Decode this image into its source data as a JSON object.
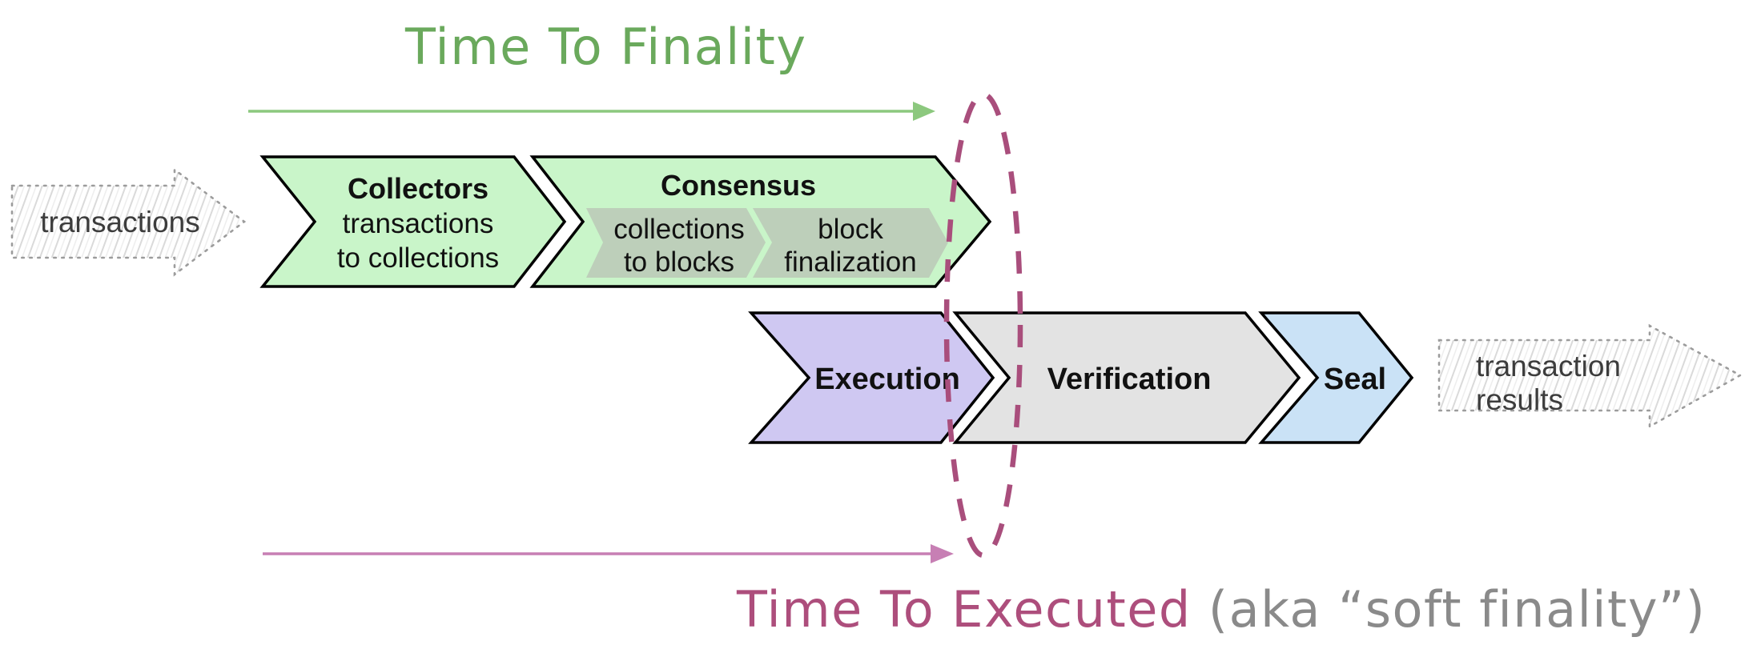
{
  "titles": {
    "time_to_finality": "Time To Finality",
    "time_to_executed": "Time To Executed",
    "time_to_executed_suffix": " (aka “soft finality”)"
  },
  "input_arrow": {
    "label": "transactions"
  },
  "output_arrow": {
    "label_line1": "transaction",
    "label_line2": "results"
  },
  "stages": {
    "collectors": {
      "title": "Collectors",
      "line1": "transactions",
      "line2": "to collections"
    },
    "consensus": {
      "title": "Consensus",
      "sub1_line1": "collections",
      "sub1_line2": "to blocks",
      "sub2_line1": "block",
      "sub2_line2": "finalization"
    },
    "execution": {
      "title": "Execution"
    },
    "verification": {
      "title": "Verification"
    },
    "seal": {
      "title": "Seal"
    }
  },
  "colors": {
    "green_fill": "#c9f5c9",
    "consensus_inner_fill": "#bdcfba",
    "execution_fill": "#cfc8f2",
    "verification_fill": "#e3e3e3",
    "seal_fill": "#cae2f6",
    "chevron_outline": "#000000",
    "finality_title_green": "#6aa95c",
    "finality_arrow_green": "#8cc87e",
    "executed_title_pink": "#ad4e7c",
    "executed_arrow_pink": "#c77fb4",
    "ellipse_pink": "#a94e7c",
    "suffix_gray": "#8a8a8a",
    "sketch_text": "#3c3c3c",
    "sketch_border": "#9c9c9c",
    "stage_text": "#111111"
  }
}
